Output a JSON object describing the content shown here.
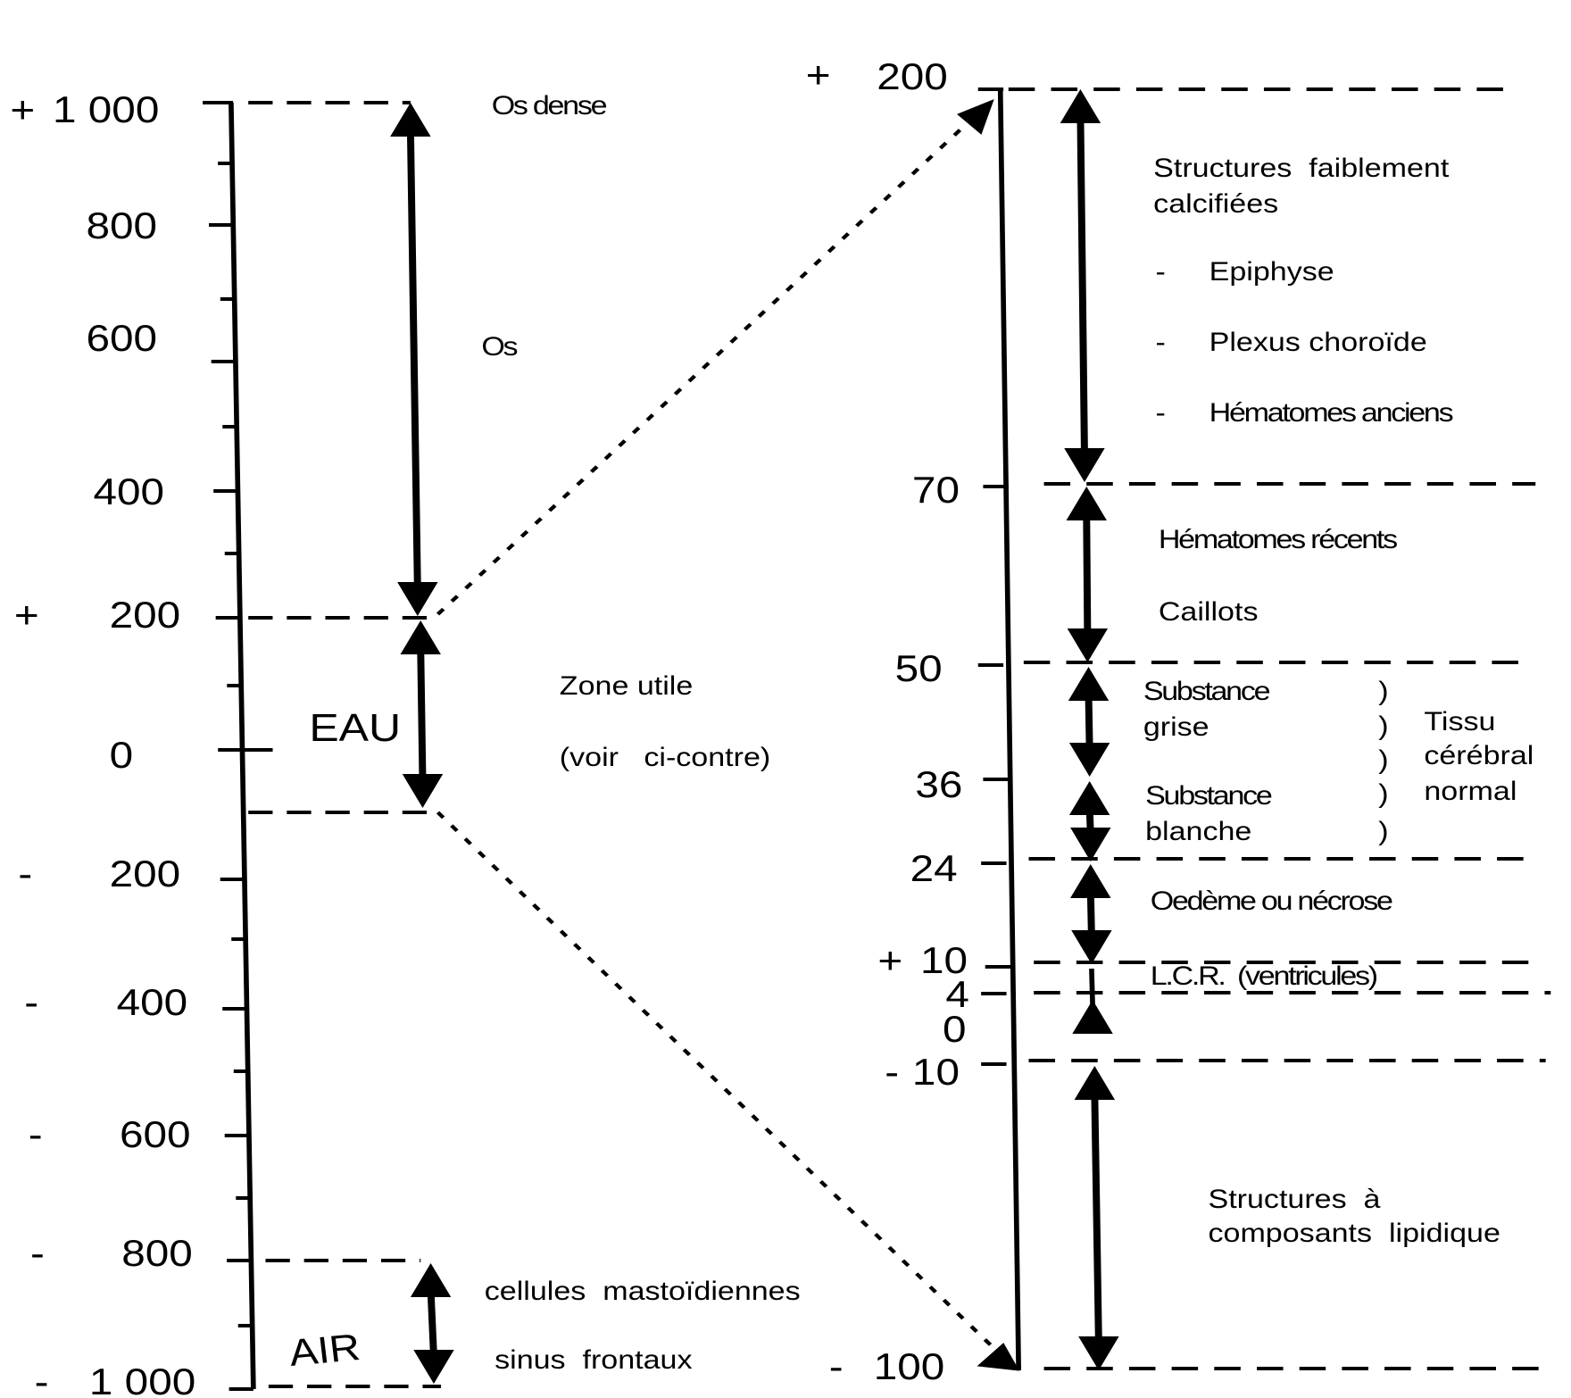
{
  "left_scale": {
    "ticks": [
      {
        "sign": "+",
        "value": "1 000"
      },
      {
        "sign": "",
        "value": "800"
      },
      {
        "sign": "",
        "value": "600"
      },
      {
        "sign": "",
        "value": "400"
      },
      {
        "sign": "+",
        "value": "200"
      },
      {
        "sign": "",
        "value": "0"
      },
      {
        "sign": "-",
        "value": "200"
      },
      {
        "sign": "-",
        "value": "400"
      },
      {
        "sign": "-",
        "value": "600"
      },
      {
        "sign": "-",
        "value": "800"
      },
      {
        "sign": "-",
        "value": "1 000"
      }
    ],
    "labels": {
      "os_dense": "Os dense",
      "os": "Os",
      "eau": "EAU",
      "zone_utile": "Zone utile",
      "voir": "(voir   ci-contre)",
      "cellules": "cellules  mastoïdiennes",
      "sinus": "sinus  frontaux",
      "air": "AIR"
    }
  },
  "right_scale": {
    "ticks": [
      {
        "sign": "+",
        "value": "200"
      },
      {
        "sign": "",
        "value": "70"
      },
      {
        "sign": "",
        "value": "50"
      },
      {
        "sign": "",
        "value": "36"
      },
      {
        "sign": "",
        "value": "24"
      },
      {
        "sign": "+",
        "value": "10"
      },
      {
        "sign": "",
        "value": "4"
      },
      {
        "sign": "",
        "value": "0"
      },
      {
        "sign": "-",
        "value": "10"
      },
      {
        "sign": "-",
        "value": "100"
      }
    ],
    "labels": {
      "calc_1": "Structures  faiblement",
      "calc_2": "calcifiées",
      "bullet": "-",
      "epiphyse": "Epiphyse",
      "plexus": "Plexus choroïde",
      "hem_anciens": "Hématomes anciens",
      "hem_recents": "Hématomes récents",
      "caillots": "Caillots",
      "sg_1": "Substance",
      "sg_2": "grise",
      "sb_1": "Substance",
      "sb_2": "blanche",
      "paren": ")",
      "tissu_1": "Tissu",
      "tissu_2": "cérébral",
      "tissu_3": "normal",
      "oedeme": "Oedème ou nécrose",
      "lcr": "L.C.R.  (ventricules)",
      "lip_1": "Structures  à",
      "lip_2": "composants  lipidique"
    }
  }
}
